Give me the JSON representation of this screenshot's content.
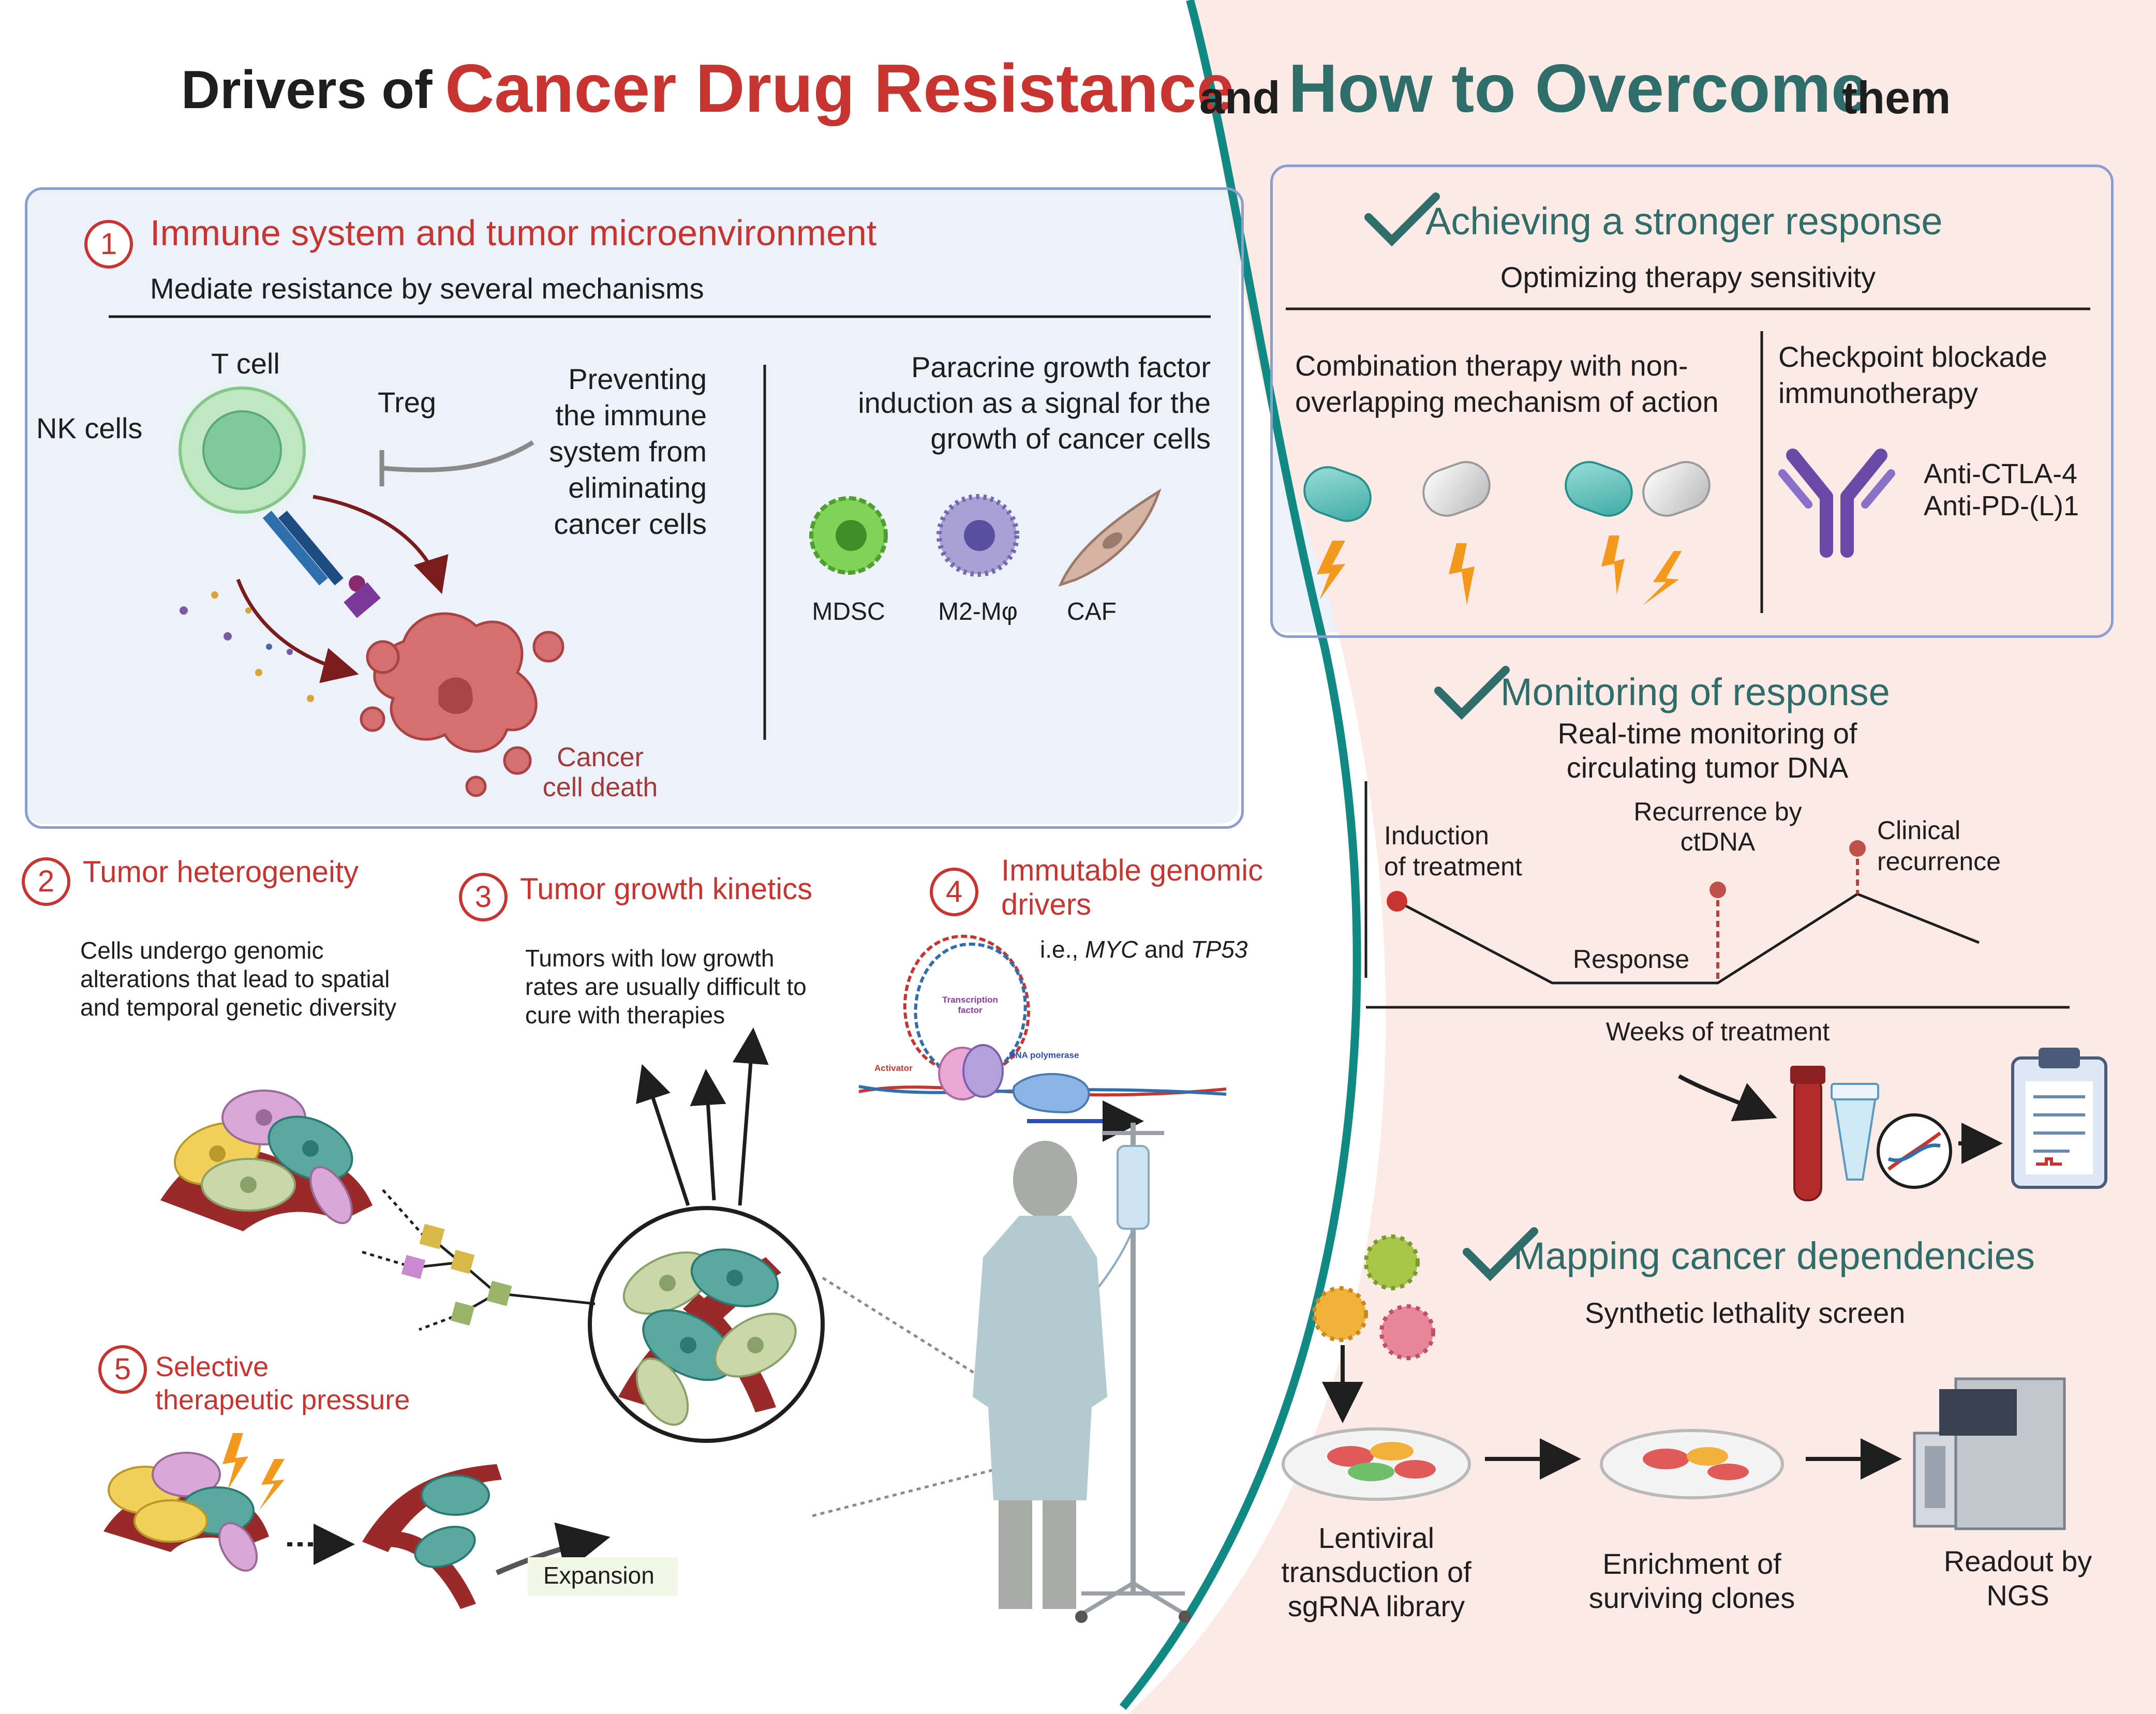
{
  "title": {
    "part1": "Drivers of",
    "part2": "Cancer Drug Resistance",
    "part3": "and",
    "part4": "How to Overcome",
    "part5": "them"
  },
  "colors": {
    "red": "#c8342f",
    "teal": "#2f6d6a",
    "panel_border": "#8a9fcf",
    "panel_fill": "#edf2fa",
    "right_bg": "#fbeae6"
  },
  "immune": {
    "number": "1",
    "heading": "Immune system and tumor microenvironment",
    "subheading": "Mediate resistance by several mechanisms",
    "t_cell": "T cell",
    "nk_cells": "NK cells",
    "treg": "Treg",
    "preventing": [
      "Preventing",
      "the immune",
      "system from",
      "eliminating",
      "cancer cells"
    ],
    "paracrine": [
      "Paracrine growth factor",
      "induction as a signal for the",
      "growth of cancer cells"
    ],
    "cells": [
      "MDSC",
      "M2-Mφ",
      "CAF"
    ],
    "death": [
      "Cancer",
      "cell death"
    ]
  },
  "heterogeneity": {
    "number": "2",
    "heading": "Tumor heterogeneity",
    "text": [
      "Cells undergo genomic",
      "alterations that lead to spatial",
      "and temporal genetic diversity"
    ]
  },
  "kinetics": {
    "number": "3",
    "heading": "Tumor growth kinetics",
    "text": [
      "Tumors with low growth",
      "rates are usually difficult to",
      "cure with therapies"
    ]
  },
  "genomic": {
    "number": "4",
    "heading": [
      "Immutable genomic",
      "drivers"
    ],
    "ie": "i.e.,",
    "gene1": "MYC",
    "and": "and",
    "gene2": "TP53",
    "tf": [
      "Transcription",
      "factor"
    ],
    "activator": "Activator",
    "rnapol": "RNA polymerase"
  },
  "selective": {
    "number": "5",
    "heading": [
      "Selective",
      "therapeutic pressure"
    ],
    "expansion": "Expansion"
  },
  "stronger": {
    "heading": "Achieving a stronger response",
    "subheading": "Optimizing therapy sensitivity",
    "combo": [
      "Combination therapy with non-",
      "overlapping mechanism of action"
    ],
    "checkpoint": [
      "Checkpoint blockade",
      "immunotherapy"
    ],
    "drugs": [
      "Anti-CTLA-4",
      "Anti-PD-(L)1"
    ]
  },
  "monitoring": {
    "heading": "Monitoring of response",
    "subheading": [
      "Real-time monitoring of",
      "circulating tumor DNA"
    ],
    "induction": [
      "Induction",
      "of treatment"
    ],
    "recurrence_ct": [
      "Recurrence by",
      "ctDNA"
    ],
    "clinical": [
      "Clinical",
      "recurrence"
    ],
    "response": "Response",
    "xlabel": "Weeks of treatment"
  },
  "mapping": {
    "heading": "Mapping cancer dependencies",
    "subheading": "Synthetic lethality screen",
    "step1": [
      "Lentiviral",
      "transduction of",
      "sgRNA library"
    ],
    "step2": [
      "Enrichment of",
      "surviving clones"
    ],
    "step3": [
      "Readout by",
      "NGS"
    ]
  }
}
